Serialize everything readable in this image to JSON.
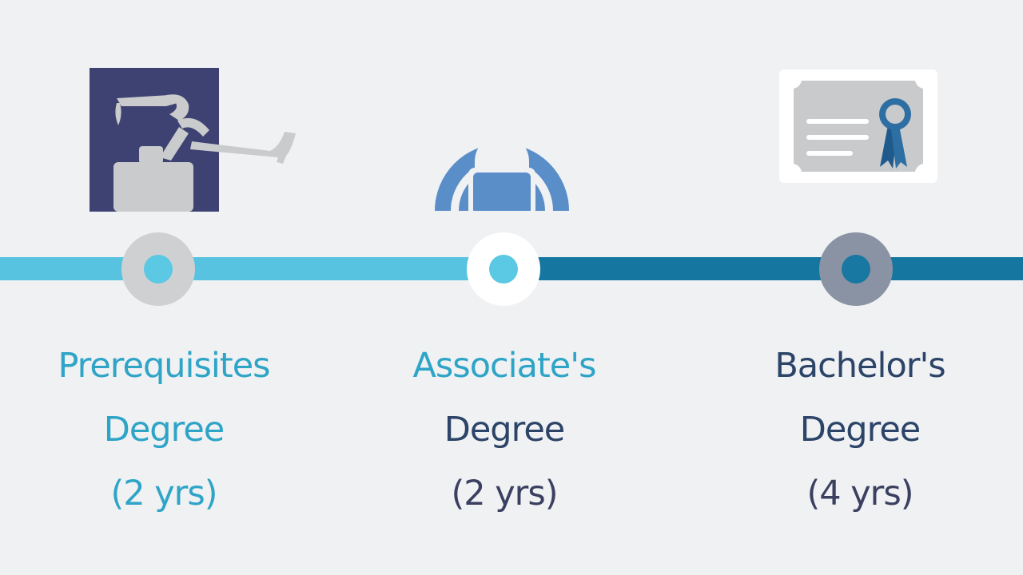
{
  "timeline": {
    "colors": {
      "background": "#eff1f3",
      "track_completed": "#58c3e0",
      "track_upcoming": "#1577a0",
      "text_highlight": "#2ea4c7",
      "text_dark": "#2c4468"
    },
    "stages": [
      {
        "icon": "dental-tools-icon",
        "title_line1": "Prerequisites",
        "title_line2": "Degree",
        "duration": "(2 yrs)"
      },
      {
        "icon": "mri-scanner-icon",
        "title_line1": "Associate's",
        "title_line2": "Degree",
        "duration": "(2 yrs)"
      },
      {
        "icon": "certificate-icon",
        "title_line1": "Bachelor's",
        "title_line2": "Degree",
        "duration": "(4 yrs)"
      }
    ]
  }
}
